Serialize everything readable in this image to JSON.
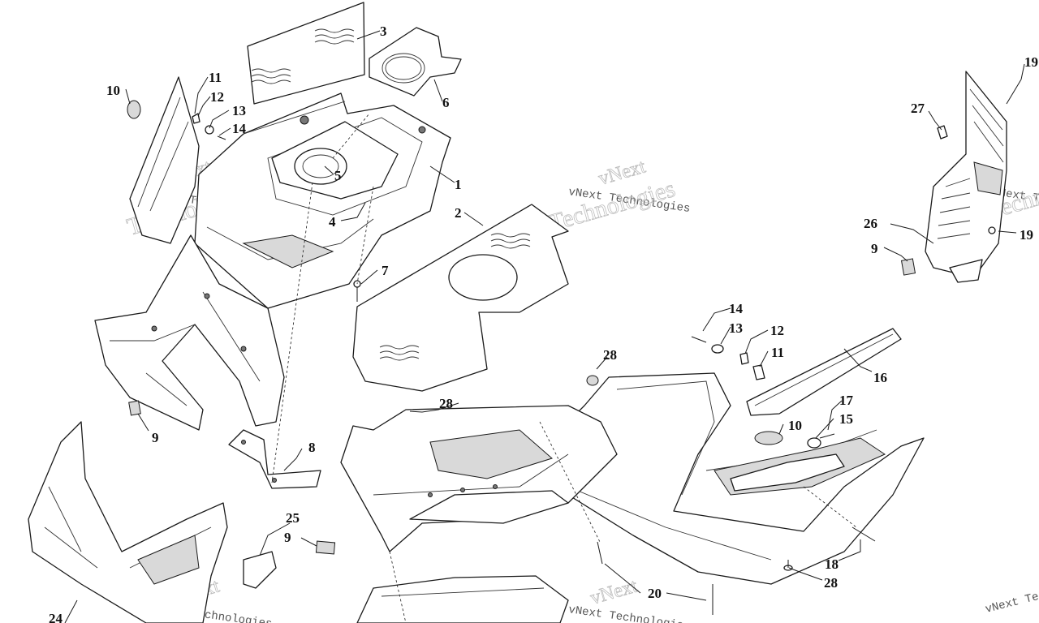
{
  "watermark": {
    "line1": "vNext Technologies",
    "line2": "Technologies",
    "line3": "vNext"
  },
  "callouts": {
    "c1": "1",
    "c2": "2",
    "c3": "3",
    "c4": "4",
    "c5": "5",
    "c6": "6",
    "c7": "7",
    "c8": "8",
    "c9a": "9",
    "c9b": "9",
    "c9c": "9",
    "c10a": "10",
    "c10b": "10",
    "c11a": "11",
    "c11b": "11",
    "c12a": "12",
    "c12b": "12",
    "c13a": "13",
    "c13b": "13",
    "c14a": "14",
    "c14b": "14",
    "c15": "15",
    "c16": "16",
    "c17": "17",
    "c18": "18",
    "c19a": "19",
    "c19b": "19",
    "c20": "20",
    "c24": "24",
    "c25": "25",
    "c26": "26",
    "c27": "27",
    "c28a": "28",
    "c28b": "28",
    "c28c": "28"
  }
}
